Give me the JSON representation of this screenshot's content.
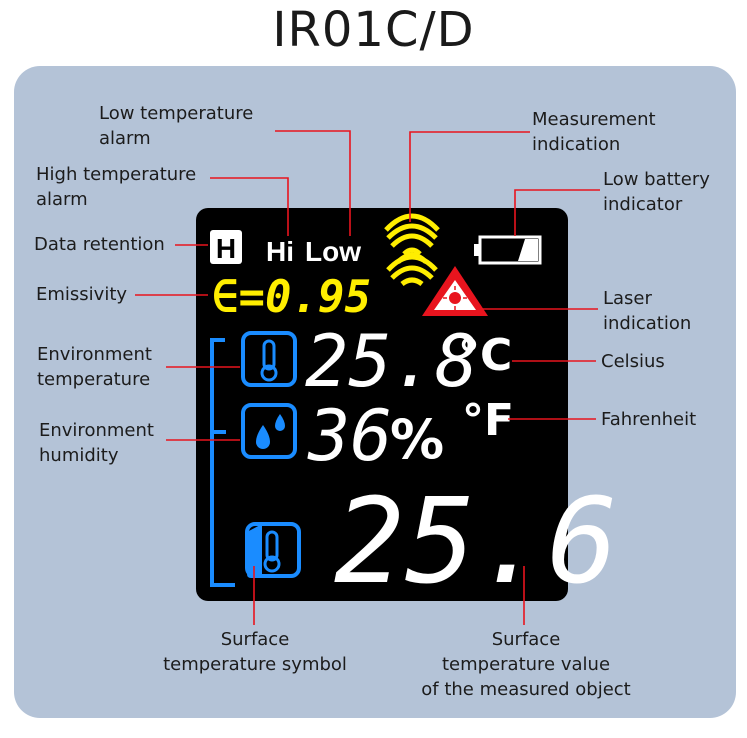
{
  "title": "IR01C/D",
  "display": {
    "hold_symbol": "H",
    "hi": "Hi",
    "low": "Low",
    "emissivity_value": "∈=0.95",
    "env_temperature": "25.8",
    "celsius_unit": "°C",
    "humidity": "36",
    "percent": "%",
    "fahrenheit_unit": "°F",
    "surface_temperature": "25.6"
  },
  "labels": {
    "low_temp_alarm": "Low temperature\nalarm",
    "measurement_indication": "Measurement\nindication",
    "high_temp_alarm": "High temperature\nalarm",
    "low_battery": "Low battery\nindicator",
    "data_retention": "Data retention",
    "emissivity": "Emissivity",
    "laser_indication": "Laser\nindication",
    "environment_temperature": "Environment\ntemperature",
    "celsius": "Celsius",
    "environment_humidity": "Environment\nhumidity",
    "fahrenheit": "Fahrenheit",
    "surface_temp_symbol": "Surface\ntemperature symbol",
    "surface_temp_value": "Surface\ntemperature value\nof the measured object"
  },
  "colors": {
    "panel": "#b4c3d7",
    "lcd": "#000000",
    "emissivity": "#ffee00",
    "indicator": "#ffee00",
    "laser": "#e8141e",
    "leader": "#e8141e",
    "icon_blue": "#1a8cff",
    "digits": "#ffffff"
  },
  "icons": [
    "hold-icon",
    "signal-waves-icon",
    "battery-icon",
    "laser-warning-icon",
    "thermometer-icon",
    "droplet-icon",
    "surface-thermometer-icon"
  ]
}
